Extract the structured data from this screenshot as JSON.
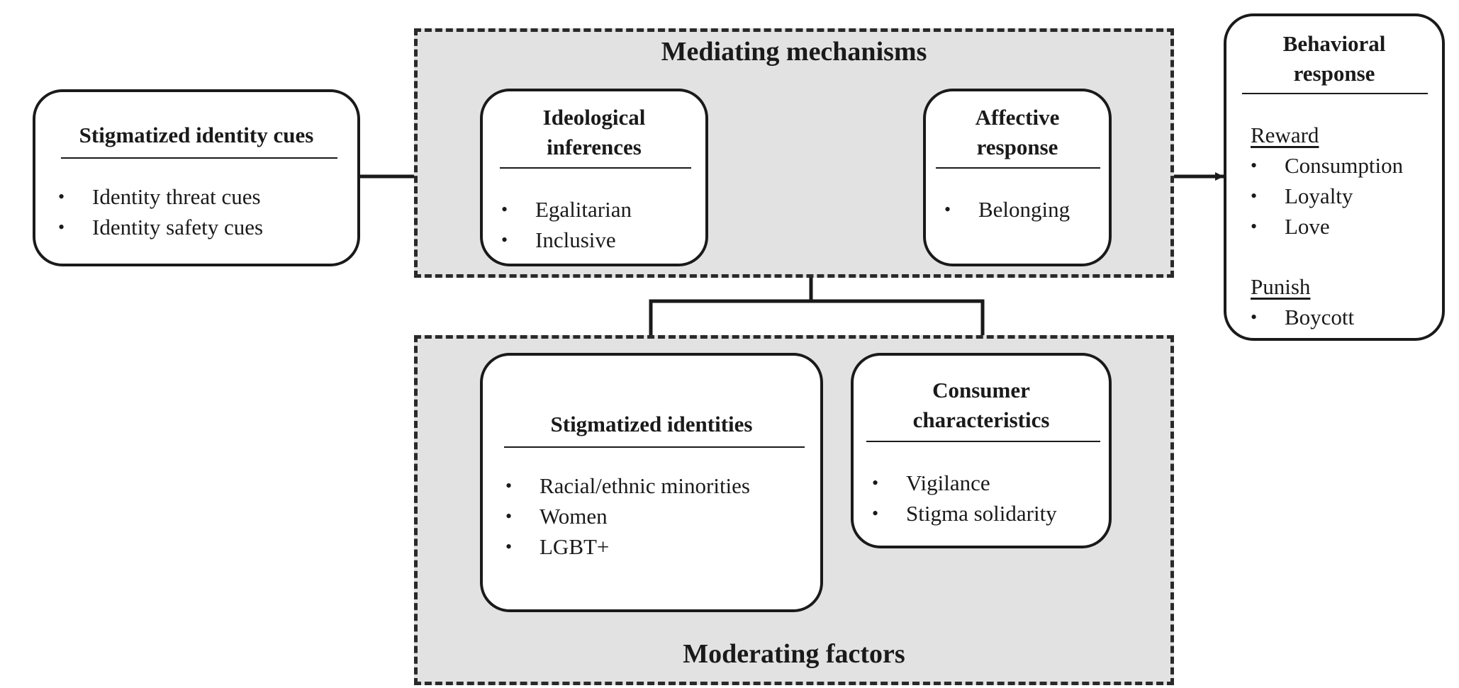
{
  "regions": {
    "mediating": {
      "label": "Mediating mechanisms"
    },
    "moderating": {
      "label": "Moderating factors"
    }
  },
  "nodes": {
    "cues": {
      "title": "Stigmatized identity cues",
      "items": [
        "Identity threat cues",
        "Identity safety cues"
      ]
    },
    "ideological": {
      "title_line1": "Ideological",
      "title_line2": "inferences",
      "items": [
        "Egalitarian",
        "Inclusive"
      ]
    },
    "affective": {
      "title_line1": "Affective",
      "title_line2": "response",
      "items": [
        "Belonging"
      ]
    },
    "behavioral": {
      "title_line1": "Behavioral",
      "title_line2": "response",
      "reward_label": "Reward",
      "reward_items": [
        "Consumption",
        "Loyalty",
        "Love"
      ],
      "punish_label": "Punish",
      "punish_items": [
        "Boycott"
      ]
    },
    "identities": {
      "title": "Stigmatized identities",
      "items": [
        "Racial/ethnic minorities",
        "Women",
        "LGBT+"
      ]
    },
    "consumer": {
      "title_line1": "Consumer",
      "title_line2": "characteristics",
      "items": [
        "Vigilance",
        "Stigma solidarity"
      ]
    }
  },
  "colors": {
    "region_fill": "#e2e2e2",
    "stroke": "#1a1a1a",
    "box_fill": "#ffffff"
  }
}
